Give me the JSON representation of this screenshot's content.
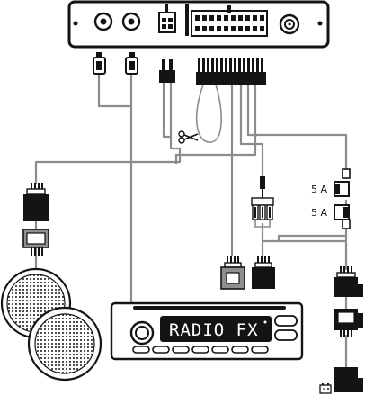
{
  "radio": {
    "display_text": "RADIO FX"
  },
  "fuses": [
    {
      "rating": "5 A"
    },
    {
      "rating": "5 A"
    }
  ],
  "colors": {
    "wire": "#8c8c8c",
    "connector": "#141414",
    "connector_fill": "#8f8f8f",
    "display": "#141414"
  },
  "icons": [
    "scissors-icon",
    "battery-icon",
    "speaker-icon",
    "fuse-icon",
    "plug-icon"
  ]
}
